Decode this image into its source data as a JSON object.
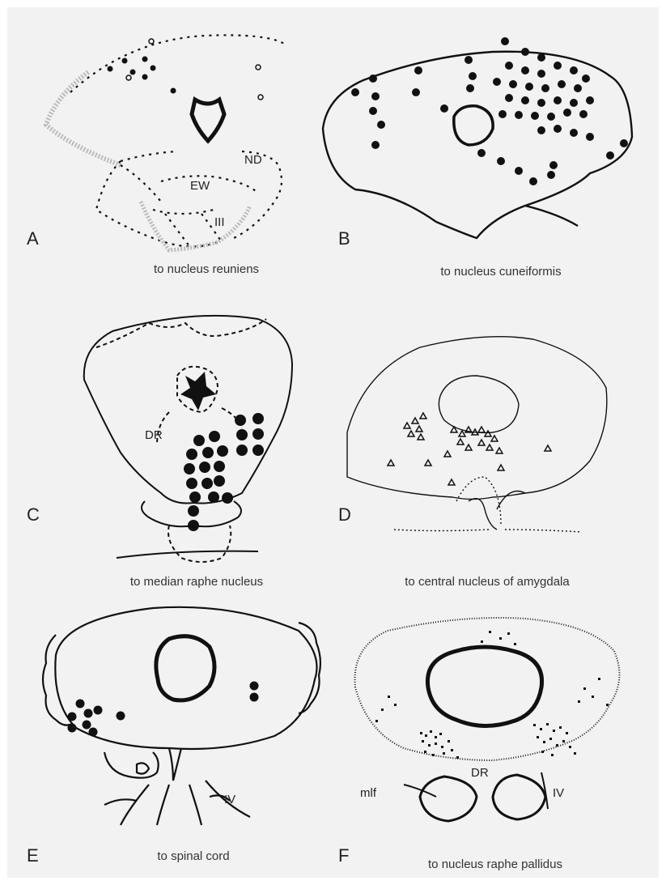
{
  "panels": [
    {
      "letter": "A",
      "caption": "to nucleus reuniens",
      "labels": [
        "ND",
        "EW",
        "III"
      ]
    },
    {
      "letter": "B",
      "caption": "to nucleus cuneiformis",
      "labels": []
    },
    {
      "letter": "C",
      "caption": "to median raphe nucleus",
      "labels": [
        "DR"
      ]
    },
    {
      "letter": "D",
      "caption": "to central nucleus of amygdala",
      "labels": []
    },
    {
      "letter": "E",
      "caption": "to spinal cord",
      "labels": [
        "IV"
      ]
    },
    {
      "letter": "F",
      "caption": "to nucleus raphe pallidus",
      "labels": [
        "DR",
        "mlf",
        "IV"
      ]
    }
  ],
  "colors": {
    "background": "#f2f2f2",
    "ink": "#111111",
    "stipple": "#bbbbbb"
  }
}
